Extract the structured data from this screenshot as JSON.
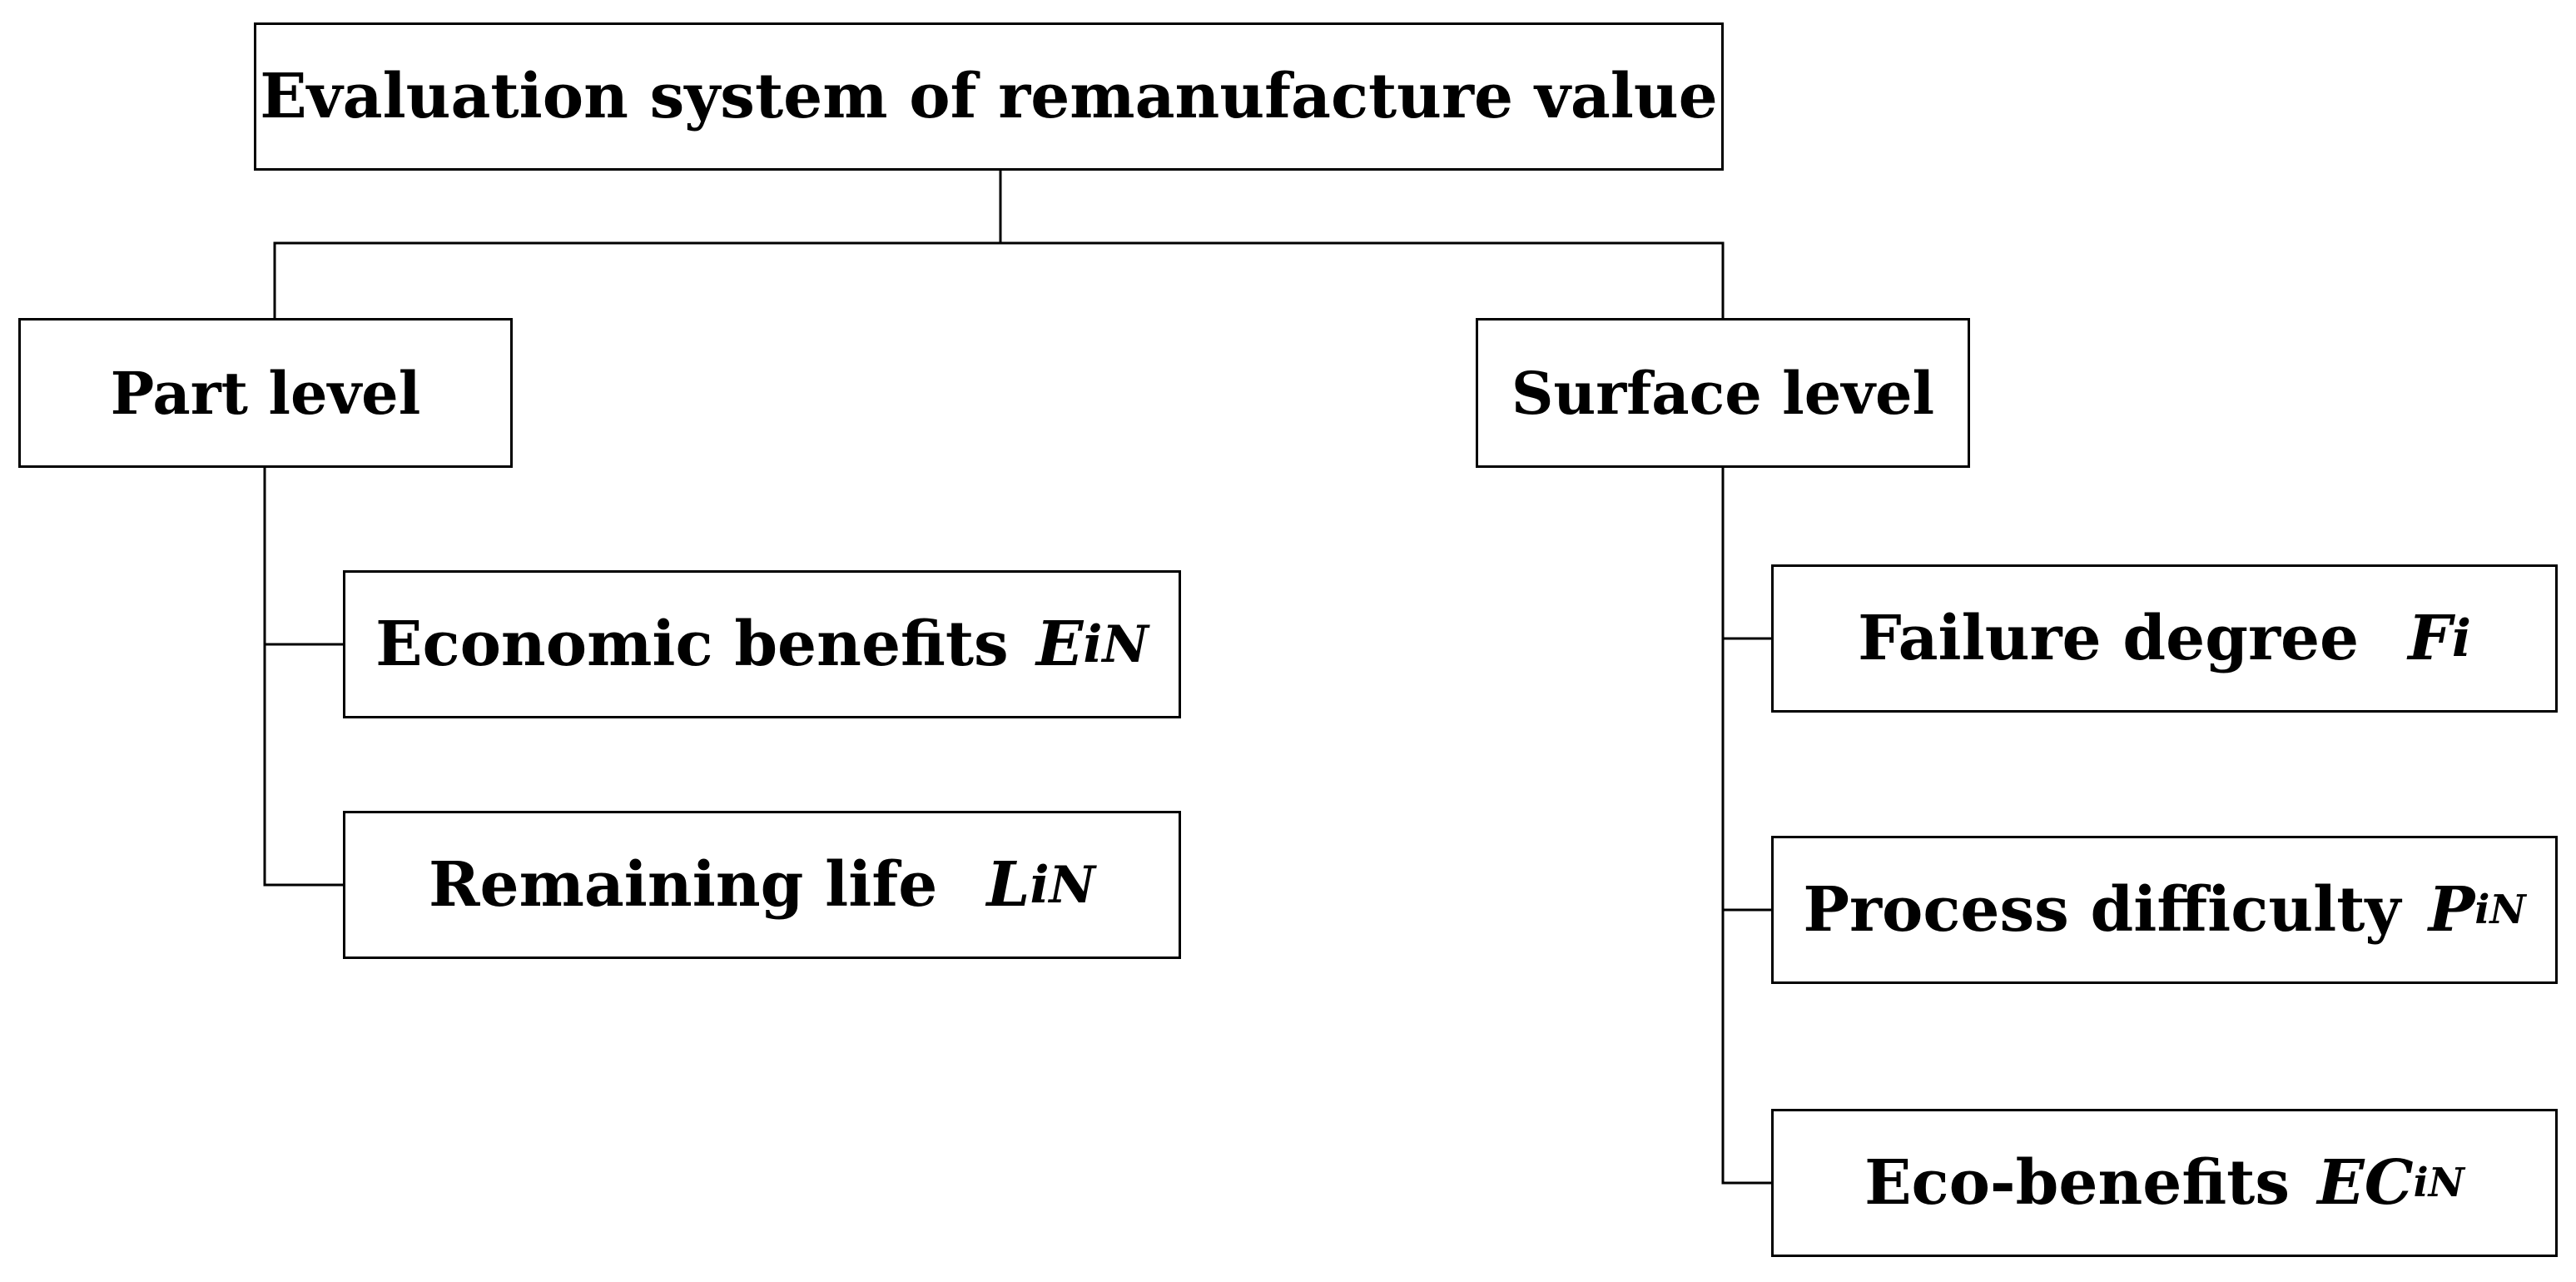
{
  "diagram": {
    "root": {
      "label": "Evaluation system of remanufacture value"
    },
    "branches": [
      {
        "label": "Part level",
        "children": [
          {
            "label": "Economic benefits",
            "symbol": {
              "main": "E",
              "sub": "iN"
            }
          },
          {
            "label": "Remaining life",
            "symbol": {
              "main": "L",
              "sub": "iN"
            }
          }
        ]
      },
      {
        "label": "Surface level",
        "children": [
          {
            "label": "Failure degree",
            "symbol": {
              "main": "F",
              "sub": "i"
            }
          },
          {
            "label": "Process difficulty",
            "symbol": {
              "main": "P",
              "sub": "iN"
            }
          },
          {
            "label": "Eco-benefits",
            "symbol": {
              "main": "EC",
              "sub": "iN"
            }
          }
        ]
      }
    ]
  }
}
